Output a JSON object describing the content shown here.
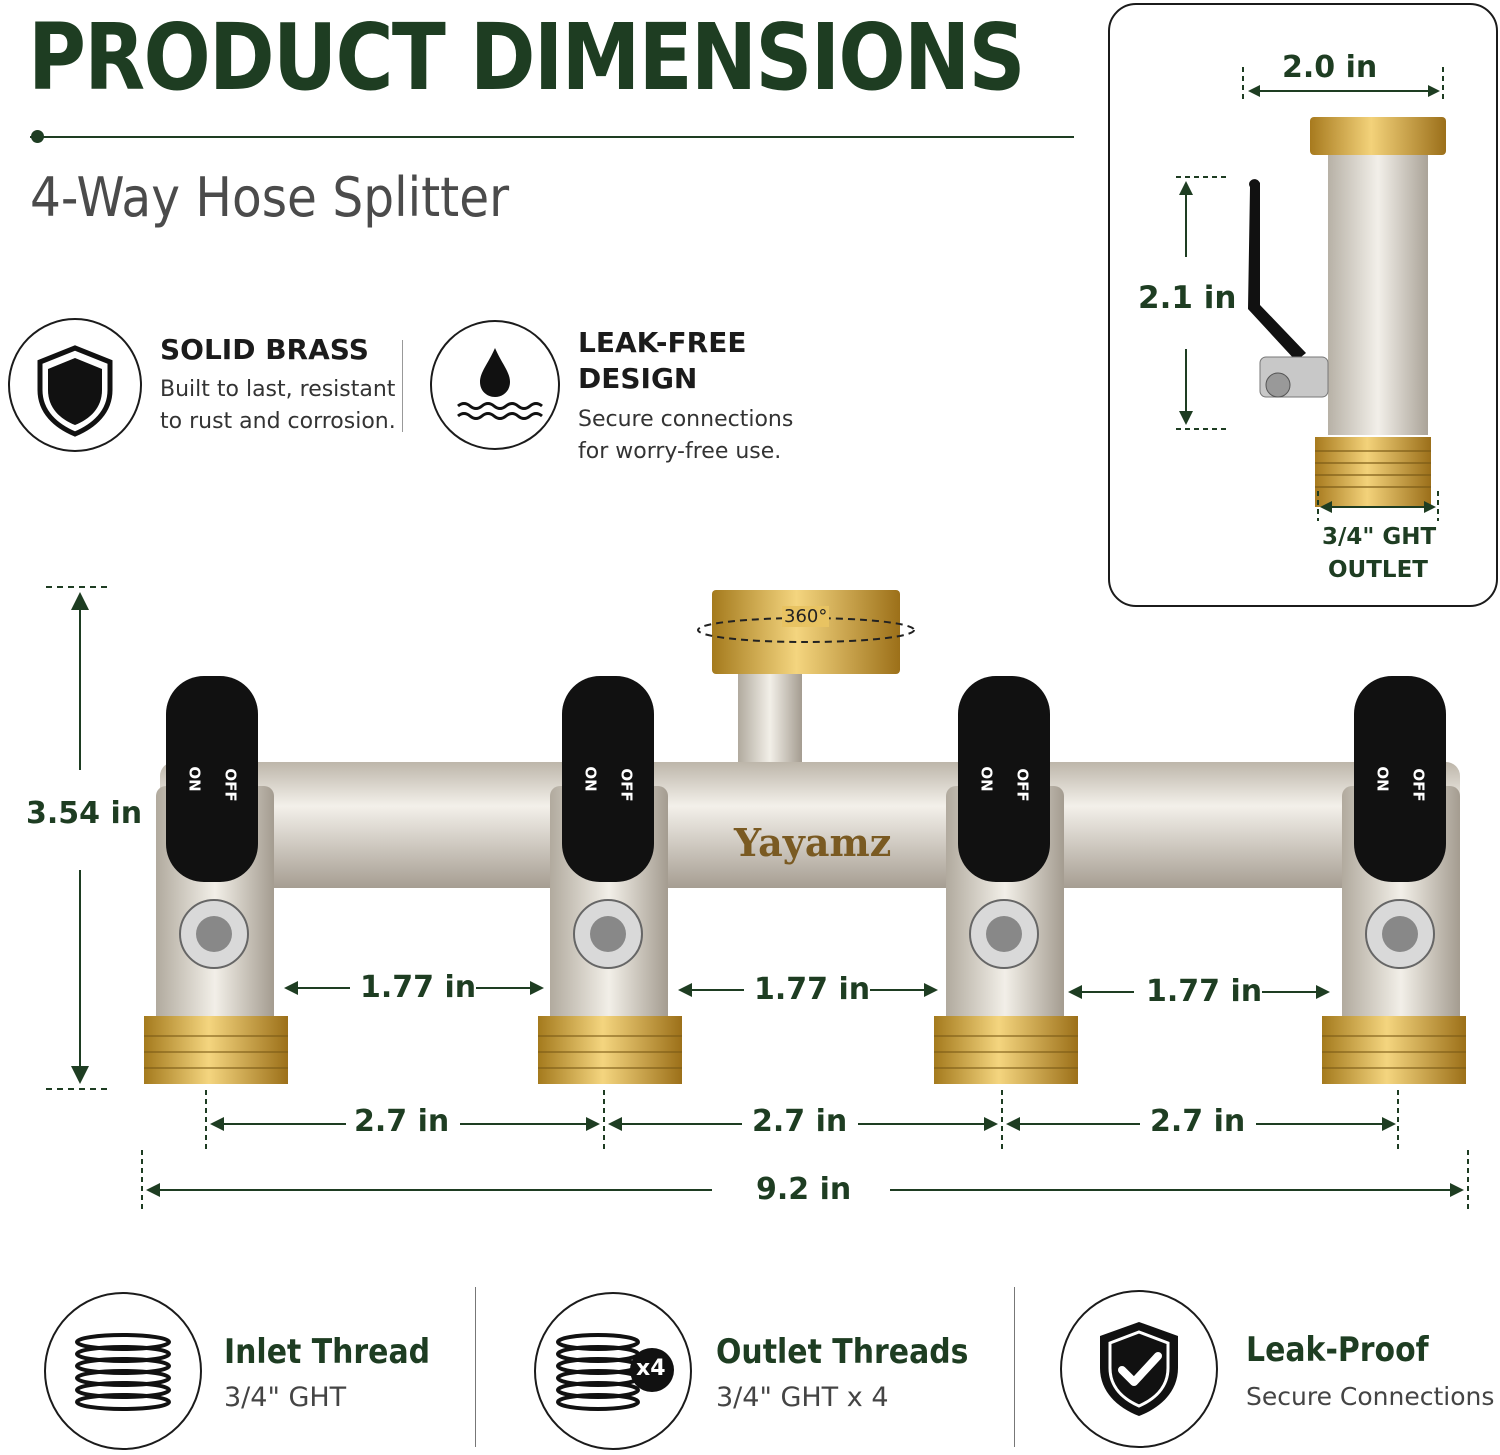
{
  "header": {
    "title": "PRODUCT DIMENSIONS",
    "subtitle": "4-Way Hose Splitter"
  },
  "features_top": [
    {
      "icon": "shield-icon",
      "title": "SOLID BRASS",
      "line1": "Built to last, resistant",
      "line2": "to rust and corrosion."
    },
    {
      "icon": "water-drop-icon",
      "title_line1": "LEAK-FREE",
      "title_line2": "DESIGN",
      "line1": "Secure connections",
      "line2": "for worry-free use."
    }
  ],
  "inset": {
    "width_label": "2.0 in",
    "height_label": "2.1 in",
    "outlet_line1": "3/4\" GHT",
    "outlet_line2": "OUTLET"
  },
  "product": {
    "brand": "Yayamz",
    "rotation_label": "360°",
    "valve_on": "ON",
    "valve_off": "OFF",
    "height_label": "3.54 in",
    "gap_labels": [
      "1.77 in",
      "1.77 in",
      "1.77 in"
    ],
    "spacing_labels": [
      "2.7 in",
      "2.7 in",
      "2.7 in"
    ],
    "total_label": "9.2 in"
  },
  "features_bottom": [
    {
      "icon": "thread-icon",
      "title": "Inlet Thread",
      "text": "3/4\" GHT"
    },
    {
      "icon": "threads-x4-icon",
      "badge": "x4",
      "title": "Outlet Threads",
      "text": "3/4\" GHT x 4"
    },
    {
      "icon": "shield-check-icon",
      "title": "Leak-Proof",
      "text": "Secure Connections"
    }
  ],
  "colors": {
    "primary_green": "#1e3d22",
    "brass": "#c9a23a",
    "nickel": "#d8d4cc",
    "handle": "#111111"
  }
}
